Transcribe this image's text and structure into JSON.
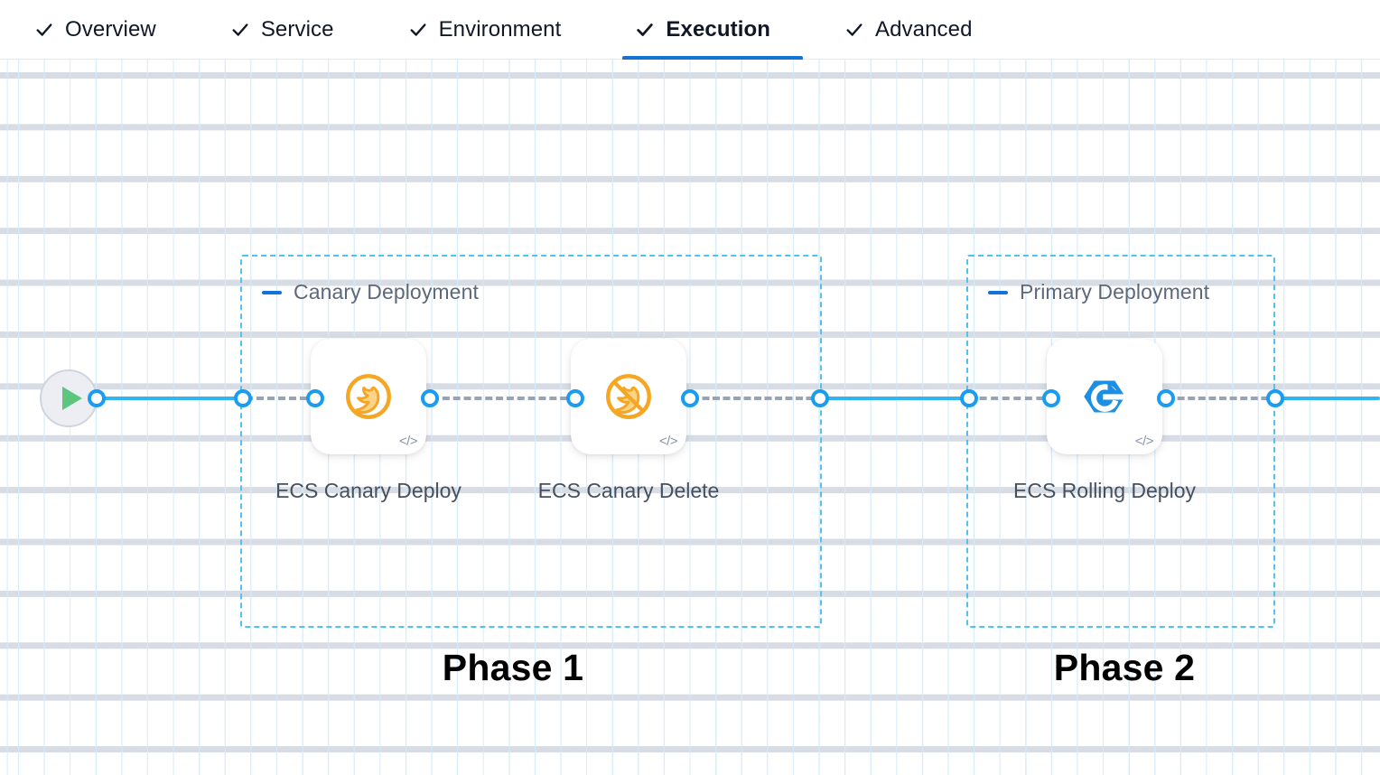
{
  "tabs": [
    {
      "label": "Overview",
      "icon": "check-icon",
      "active": false
    },
    {
      "label": "Service",
      "icon": "check-icon",
      "active": false
    },
    {
      "label": "Environment",
      "icon": "check-icon",
      "active": false
    },
    {
      "label": "Execution",
      "icon": "check-icon",
      "active": true
    },
    {
      "label": "Advanced",
      "icon": "check-icon",
      "active": false
    }
  ],
  "colors": {
    "accent_blue": "#1273d4",
    "edge_blue": "#31b4f2",
    "port_blue": "#1a9cf0",
    "group_border": "#4ec3f0",
    "canary_orange": "#f5a623",
    "rolling_blue": "#1a8fe3",
    "play_green": "#5ec57e",
    "label_gray": "#46505f",
    "group_title_gray": "#5d6878"
  },
  "canvas": {
    "start_node": {
      "name": "pipeline-start",
      "icon": "play-icon"
    },
    "groups": [
      {
        "id": "canary-deployment",
        "title": "Canary Deployment",
        "collapse_icon": "minus-icon",
        "phase_caption": "Phase 1"
      },
      {
        "id": "primary-deployment",
        "title": "Primary Deployment",
        "collapse_icon": "minus-icon",
        "phase_caption": "Phase 2"
      }
    ],
    "nodes": [
      {
        "id": "ecs-canary-deploy",
        "label": "ECS Canary Deploy",
        "icon": "canary-bird-icon",
        "badge": "</>"
      },
      {
        "id": "ecs-canary-delete",
        "label": "ECS Canary Delete",
        "icon": "canary-bird-delete-icon",
        "badge": "</>"
      },
      {
        "id": "ecs-rolling-deploy",
        "label": "ECS Rolling Deploy",
        "icon": "rolling-deploy-icon",
        "badge": "</>"
      }
    ]
  }
}
